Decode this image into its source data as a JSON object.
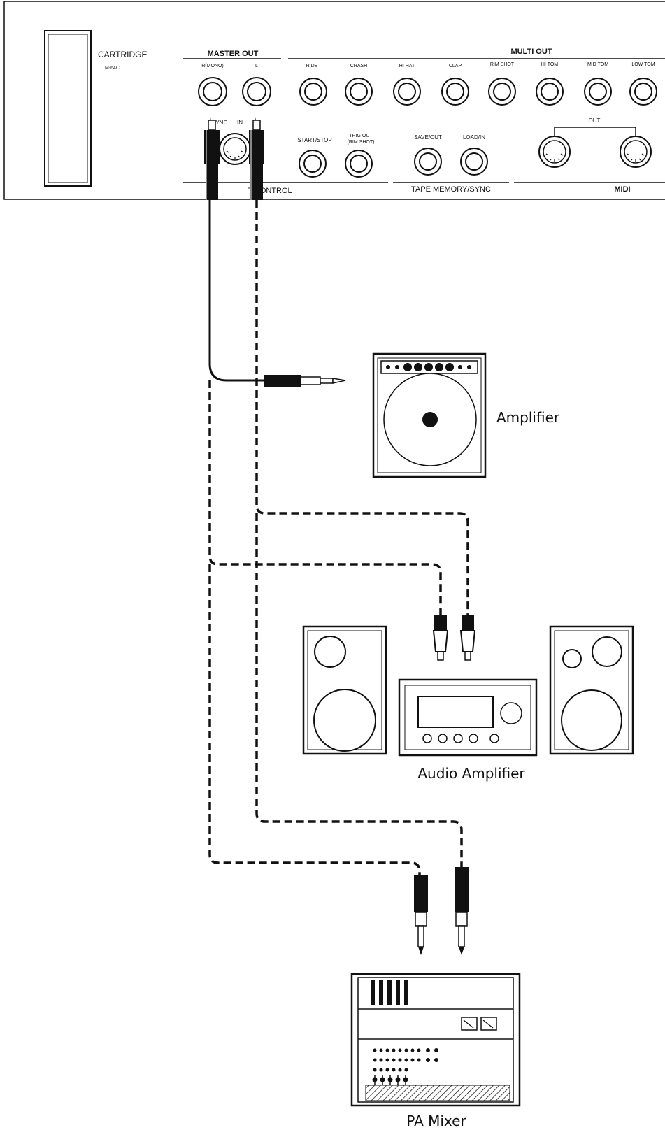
{
  "panel": {
    "cartridge": {
      "title": "CARTRIDGE",
      "model": "M-64C"
    },
    "master_out": {
      "title": "MASTER OUT",
      "jacks": [
        "R(MONO)",
        "L"
      ]
    },
    "multi_out": {
      "title": "MULTI OUT",
      "jacks": [
        "RIDE",
        "CRASH",
        "HI HAT",
        "CLAP",
        "RIM SHOT",
        "HI TOM",
        "MID TOM",
        "LOW TOM"
      ]
    },
    "sync": {
      "sync_label": "SYNC",
      "in_label": "IN"
    },
    "control": {
      "jacks": [
        "START/STOP",
        "TRIG OUT",
        "(RIM SHOT)"
      ],
      "section_label": "T CONTROL"
    },
    "tape": {
      "jacks": [
        "SAVE/OUT",
        "LOAD/IN"
      ],
      "section_label": "TAPE MEMORY/SYNC"
    },
    "midi": {
      "out_label": "OUT",
      "section_label": "MIDI"
    }
  },
  "devices": {
    "amplifier": "Amplifier",
    "audio_amplifier": "Audio Amplifier",
    "pa_mixer": "PA Mixer"
  },
  "colors": {
    "ink": "#111111",
    "paper": "#ffffff"
  }
}
